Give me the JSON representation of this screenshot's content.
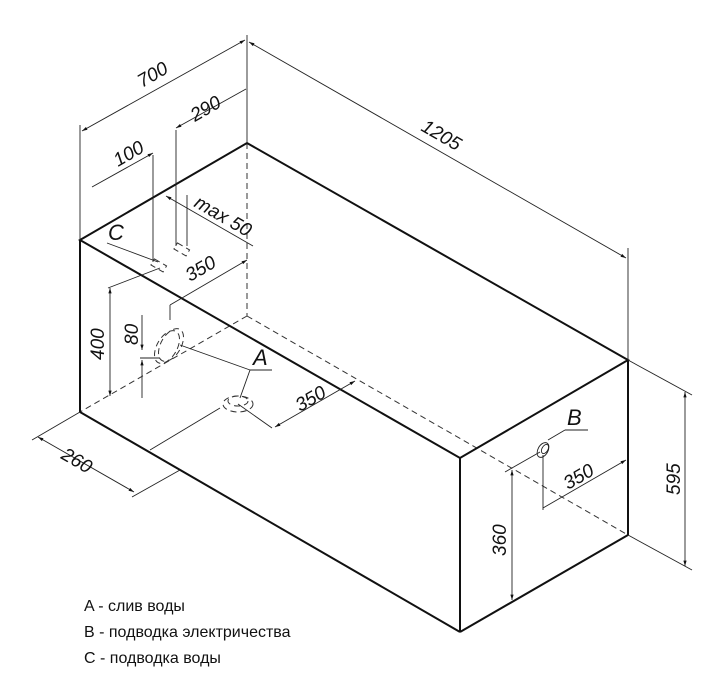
{
  "dimensions": {
    "width": "700",
    "length": "1205",
    "height": "595",
    "front_offset": "260",
    "water_x": "100",
    "water_y": "290",
    "water_max": "max 50",
    "water_depth": "350",
    "overflow_height": "400",
    "overflow_size": "80",
    "drain_offset": "350",
    "electric_offset": "350",
    "electric_height": "360"
  },
  "labels": {
    "a": "A",
    "b": "B",
    "c": "C"
  },
  "legend": [
    "A - слив воды",
    "B - подводка электричества",
    "C - подводка воды"
  ]
}
